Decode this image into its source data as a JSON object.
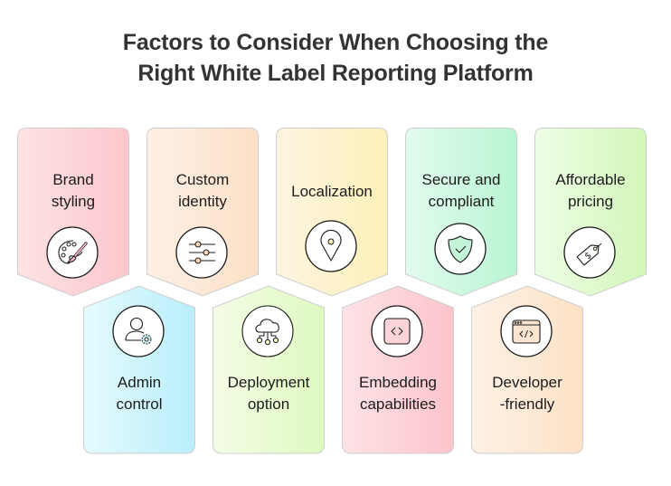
{
  "title": {
    "line1": "Factors to Consider When Choosing the",
    "line2": "Right White Label Reporting Platform"
  },
  "top_row": [
    {
      "line1": "Brand",
      "line2": "styling",
      "icon": "palette-icon",
      "grad": [
        "#fde2e4",
        "#fcc7cd"
      ],
      "accent": "#f4b2c2"
    },
    {
      "line1": "Custom",
      "line2": "identity",
      "icon": "sliders-icon",
      "grad": [
        "#fdf0e6",
        "#fde0c7"
      ],
      "accent": "#fbd8b9"
    },
    {
      "line1": "Localization",
      "line2": "",
      "icon": "location-pin-icon",
      "grad": [
        "#fdf4e1",
        "#fdf0b9"
      ],
      "accent": "#fbedb3"
    },
    {
      "line1": "Secure and",
      "line2": "compliant",
      "icon": "shield-check-icon",
      "grad": [
        "#e2fbed",
        "#b9f5d3"
      ],
      "accent": "#c2f5d8"
    },
    {
      "line1": "Affordable",
      "line2": "pricing",
      "icon": "price-tag-icon",
      "grad": [
        "#eefde6",
        "#d3f7b9"
      ],
      "accent": "#d9f7c2"
    }
  ],
  "bottom_row": [
    {
      "line1": "Admin",
      "line2": "control",
      "icon": "user-settings-icon",
      "grad": [
        "#e4fbfd",
        "#b9eefb"
      ],
      "accent": "#c9f1f9"
    },
    {
      "line1": "Deployment",
      "line2": "option",
      "icon": "cloud-network-icon",
      "grad": [
        "#f4fde6",
        "#def9bf"
      ],
      "accent": "#eaf7c4"
    },
    {
      "line1": "Embedding",
      "line2": "capabilities",
      "icon": "code-embed-icon",
      "grad": [
        "#fde3e6",
        "#fcc4cb"
      ],
      "accent": "#fad3d8"
    },
    {
      "line1": "Developer",
      "line2": "-friendly",
      "icon": "code-window-icon",
      "grad": [
        "#fdf1e6",
        "#fde2c6"
      ],
      "accent": "#fbe5d0"
    }
  ]
}
